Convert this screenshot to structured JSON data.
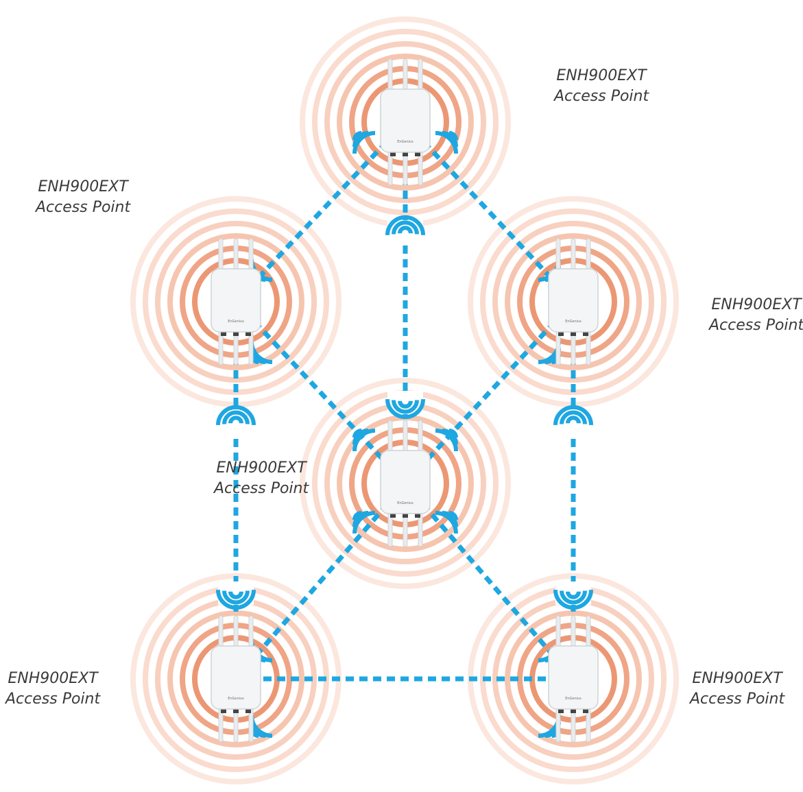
{
  "colors": {
    "ring": "#f2a888",
    "ring_inner": "#eb8f68",
    "link": "#1ea7e1",
    "device_body": "#f4f5f6",
    "device_outline": "#cfd3d6",
    "label_text": "#3a3a3a"
  },
  "device": {
    "model": "ENH900EXT",
    "brand_mark": "EnGenius"
  },
  "access_points": [
    {
      "id": "ap-top",
      "model": "ENH900EXT",
      "type": "Access Point"
    },
    {
      "id": "ap-upper-left",
      "model": "ENH900EXT",
      "type": "Access Point"
    },
    {
      "id": "ap-upper-right",
      "model": "ENH900EXT",
      "type": "Access Point"
    },
    {
      "id": "ap-center",
      "model": "ENH900EXT",
      "type": "Access Point"
    },
    {
      "id": "ap-bottom-left",
      "model": "ENH900EXT",
      "type": "Access Point"
    },
    {
      "id": "ap-bottom-right",
      "model": "ENH900EXT",
      "type": "Access Point"
    }
  ],
  "links": [
    [
      "ap-top",
      "ap-upper-left"
    ],
    [
      "ap-top",
      "ap-upper-right"
    ],
    [
      "ap-top",
      "ap-center"
    ],
    [
      "ap-upper-left",
      "ap-center"
    ],
    [
      "ap-upper-right",
      "ap-center"
    ],
    [
      "ap-upper-left",
      "ap-bottom-left"
    ],
    [
      "ap-upper-right",
      "ap-bottom-right"
    ],
    [
      "ap-center",
      "ap-bottom-left"
    ],
    [
      "ap-center",
      "ap-bottom-right"
    ],
    [
      "ap-bottom-left",
      "ap-bottom-right"
    ]
  ]
}
